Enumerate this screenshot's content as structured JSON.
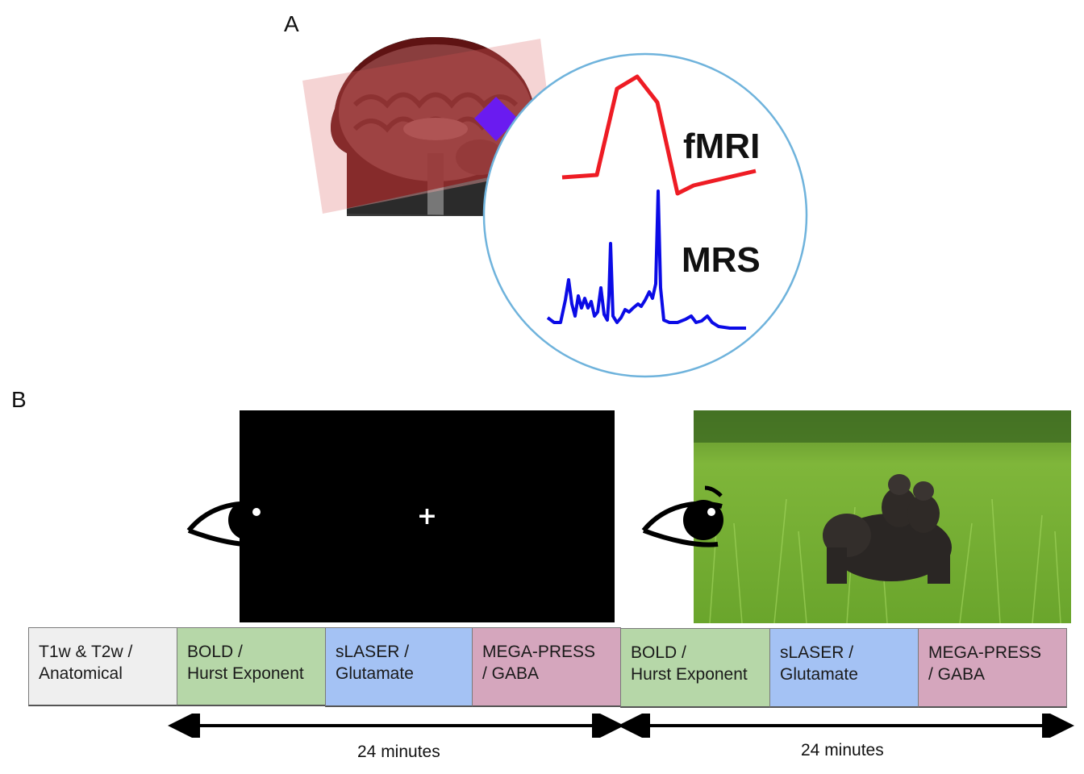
{
  "panels": {
    "a": "A",
    "b": "B"
  },
  "circle": {
    "fmri_label": "fMRI",
    "mrs_label": "MRS",
    "fmri_color": "#ee1c24",
    "mrs_color": "#0b0be6",
    "ring_color": "#6fb3dc"
  },
  "brain": {
    "overlay_color": "#e8a0a0",
    "voxel_color": "#6a1bf0"
  },
  "stimuli": {
    "fixation": "+",
    "eye_icon": "eye-icon",
    "photo_subject": "gorillas-in-grass"
  },
  "timeline": {
    "blocks": [
      {
        "text": "T1w & T2w /\nAnatomical",
        "color": "gray"
      },
      {
        "text": "BOLD /\nHurst Exponent",
        "color": "green"
      },
      {
        "text": "sLASER /\nGlutamate",
        "color": "blue"
      },
      {
        "text": "MEGA-PRESS\n/ GABA",
        "color": "pink"
      },
      {
        "text": "BOLD /\nHurst Exponent",
        "color": "green"
      },
      {
        "text": "sLASER /\nGlutamate",
        "color": "blue"
      },
      {
        "text": "MEGA-PRESS\n/ GABA",
        "color": "pink"
      }
    ],
    "durations": [
      "24 minutes",
      "24 minutes"
    ]
  }
}
